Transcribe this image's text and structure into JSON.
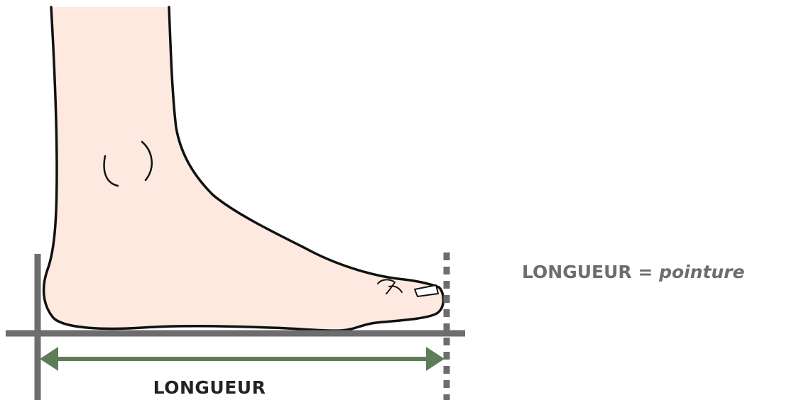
{
  "colors": {
    "skin": "#fde9df",
    "outline": "#111111",
    "guide_line": "#6d6d6d",
    "arrow": "#5e7d56",
    "label_text": "#222222",
    "equation_text": "#6d6d6d"
  },
  "measurement": {
    "label": "LONGUEUR"
  },
  "equation": {
    "left_term": "LONGUEUR",
    "operator": "=",
    "right_term": "pointure"
  }
}
